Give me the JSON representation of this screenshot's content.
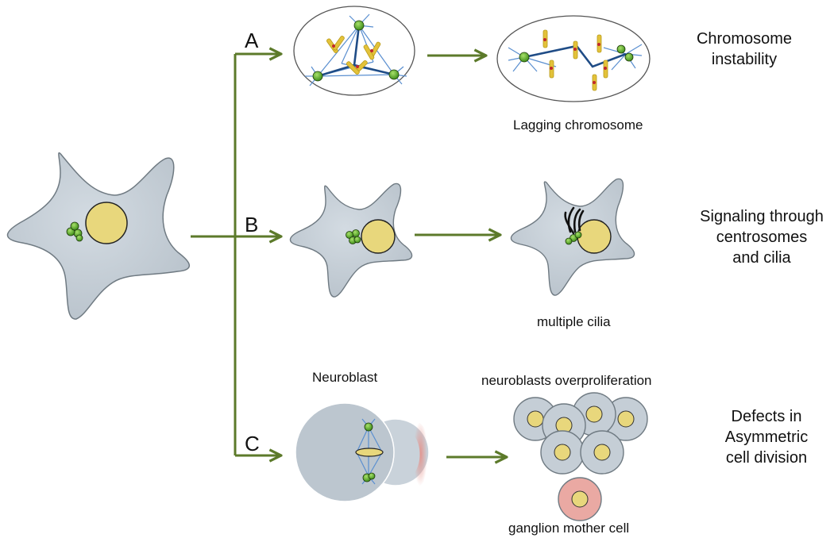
{
  "branches": {
    "a": "A",
    "b": "B",
    "c": "C"
  },
  "captions": {
    "lagging": "Lagging chromosome",
    "cilia": "multiple cilia",
    "neuroblast": "Neuroblast",
    "overproliferation": "neuroblasts overproliferation",
    "gmc": "ganglion mother cell"
  },
  "outcomes": {
    "a_line1": "Chromosome",
    "a_line2": "instability",
    "b_line1": "Signaling through",
    "b_line2": "centrosomes",
    "b_line3": "and cilia",
    "c_line1": "Defects in",
    "c_line2": "Asymmetric",
    "c_line3": "cell division"
  },
  "colors": {
    "arrow": "#5c7a2a",
    "cell_fill": "#c5ced6",
    "cell_stroke": "#6f7a82",
    "nucleus": "#e8d77c",
    "centrosome": "#6ab82f",
    "spindle": "#5a8fd0",
    "chromosome": "#e3c23a",
    "gmc_fill": "#eaa9a3"
  }
}
